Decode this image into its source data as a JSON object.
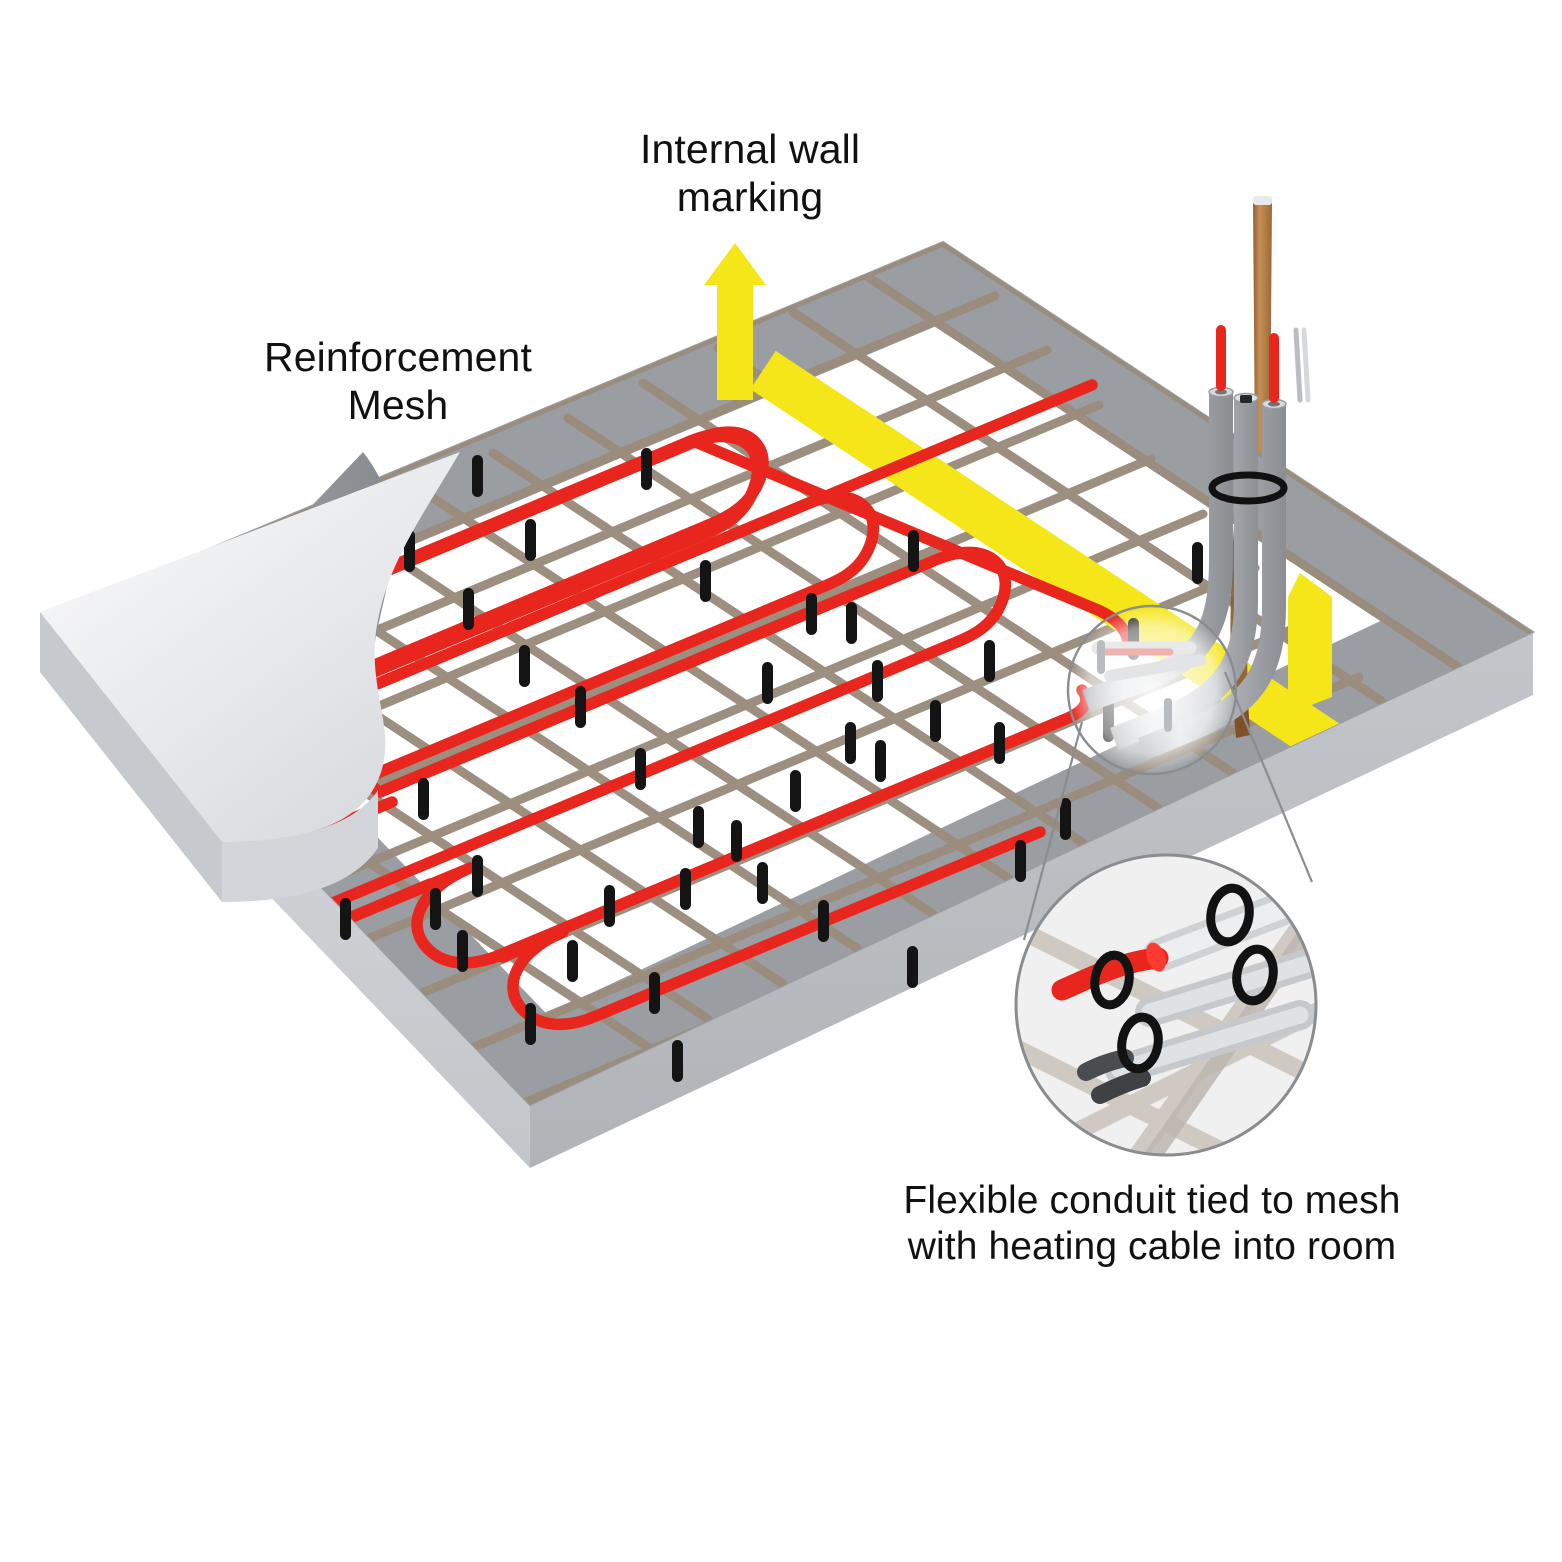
{
  "diagram": {
    "title_hidden": "",
    "labels": {
      "wall_marking": "Internal wall\nmarking",
      "reinforcement_mesh": "Reinforcement\nMesh",
      "conduit_detail": "Flexible conduit tied to mesh\nwith heating cable into room"
    },
    "colors": {
      "heating_cable": "#e8261e",
      "mesh_bar": "#9b8d7e",
      "wall_marking": "#f5e61a",
      "slab_top": "#ffffff",
      "slab_band": "#9a9da1",
      "slab_edge_light": "#c9ccd0",
      "slab_edge_dark": "#a7aaae",
      "cable_tie": "#1a1a1a",
      "conduit": "#b6b9bd",
      "stake": "#b5814a",
      "callout_outline": "#8a8d90",
      "text": "#111111"
    },
    "elements": {
      "slab": "concrete-slab",
      "mesh": "reinforcement-mesh-grid",
      "heating_cable": "serpentine-heating-cable",
      "cable_ties": "black-cable-ties",
      "wall_marking_stripe": "yellow-diagonal-stripe",
      "wall_marking_arrow": "yellow-pentagon-arrow",
      "wall_marking_marker_right": "yellow-pentagon-marker",
      "conduit_riser": "vertical-conduit-bundle",
      "stake": "brown-timber-stake",
      "tie_ring": "black-tie-ring",
      "magnifier": "detail-magnifier-circle",
      "cutaway": "peeled-cutaway-corner"
    },
    "counts": {
      "heating_cable_passes": 8,
      "conduits_in_detail": 3,
      "cable_ties_in_detail": 4,
      "riser_conduits": 3
    }
  }
}
